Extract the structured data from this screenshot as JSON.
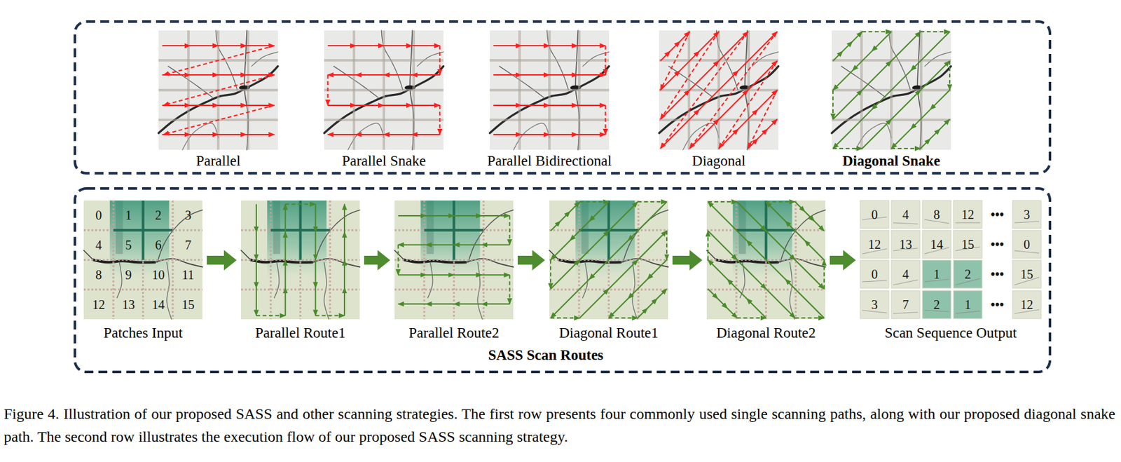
{
  "diagram": {
    "caption": "Figure 4. Illustration of our proposed SASS and other scanning strategies. The first row presents four commonly used single scanning paths, along with our proposed diagonal snake path. The second row illustrates the execution flow of our proposed SASS scanning strategy.",
    "nodes": [
      {
        "text": [
          "Parallel"
        ]
      },
      {
        "text": [
          "Parallel Snake"
        ]
      },
      {
        "text": [
          "Parallel Bidirectional"
        ]
      },
      {
        "text": [
          "Diagonal"
        ]
      },
      {
        "text": [
          "Diagonal Snake"
        ]
      },
      {
        "text": [
          "SASS Scan Routes"
        ]
      },
      {
        "text": [
          "Patches Input"
        ],
        "in": 5
      },
      {
        "text": [
          "Parallel Route1"
        ],
        "in": 5
      },
      {
        "text": [
          "Parallel Route2"
        ],
        "in": 5
      },
      {
        "text": [
          "Diagonal Route1"
        ],
        "in": 5
      },
      {
        "text": [
          "Diagonal Route2"
        ],
        "in": 5
      },
      {
        "text": [
          "Scan Sequence Output"
        ],
        "in": 5
      }
    ],
    "edges": [
      {
        "from": 6,
        "to": 7,
        "arrow": "to"
      },
      {
        "from": 7,
        "to": 8,
        "arrow": "to"
      },
      {
        "from": 8,
        "to": 9,
        "arrow": "to"
      },
      {
        "from": 9,
        "to": 10,
        "arrow": "to"
      },
      {
        "from": 10,
        "to": 11,
        "arrow": "to"
      }
    ],
    "labels": [
      "0",
      "1",
      "2",
      "3",
      "4",
      "5",
      "6",
      "7",
      "8",
      "9",
      "10",
      "11",
      "12",
      "13",
      "14",
      "15",
      "0",
      "4",
      "8",
      "12",
      "•••",
      "3",
      "12",
      "13",
      "14",
      "15",
      "•••",
      "0",
      "0",
      "4",
      "1",
      "2",
      "•••",
      "15",
      "3",
      "7",
      "2",
      "1",
      "•••",
      "12"
    ]
  }
}
